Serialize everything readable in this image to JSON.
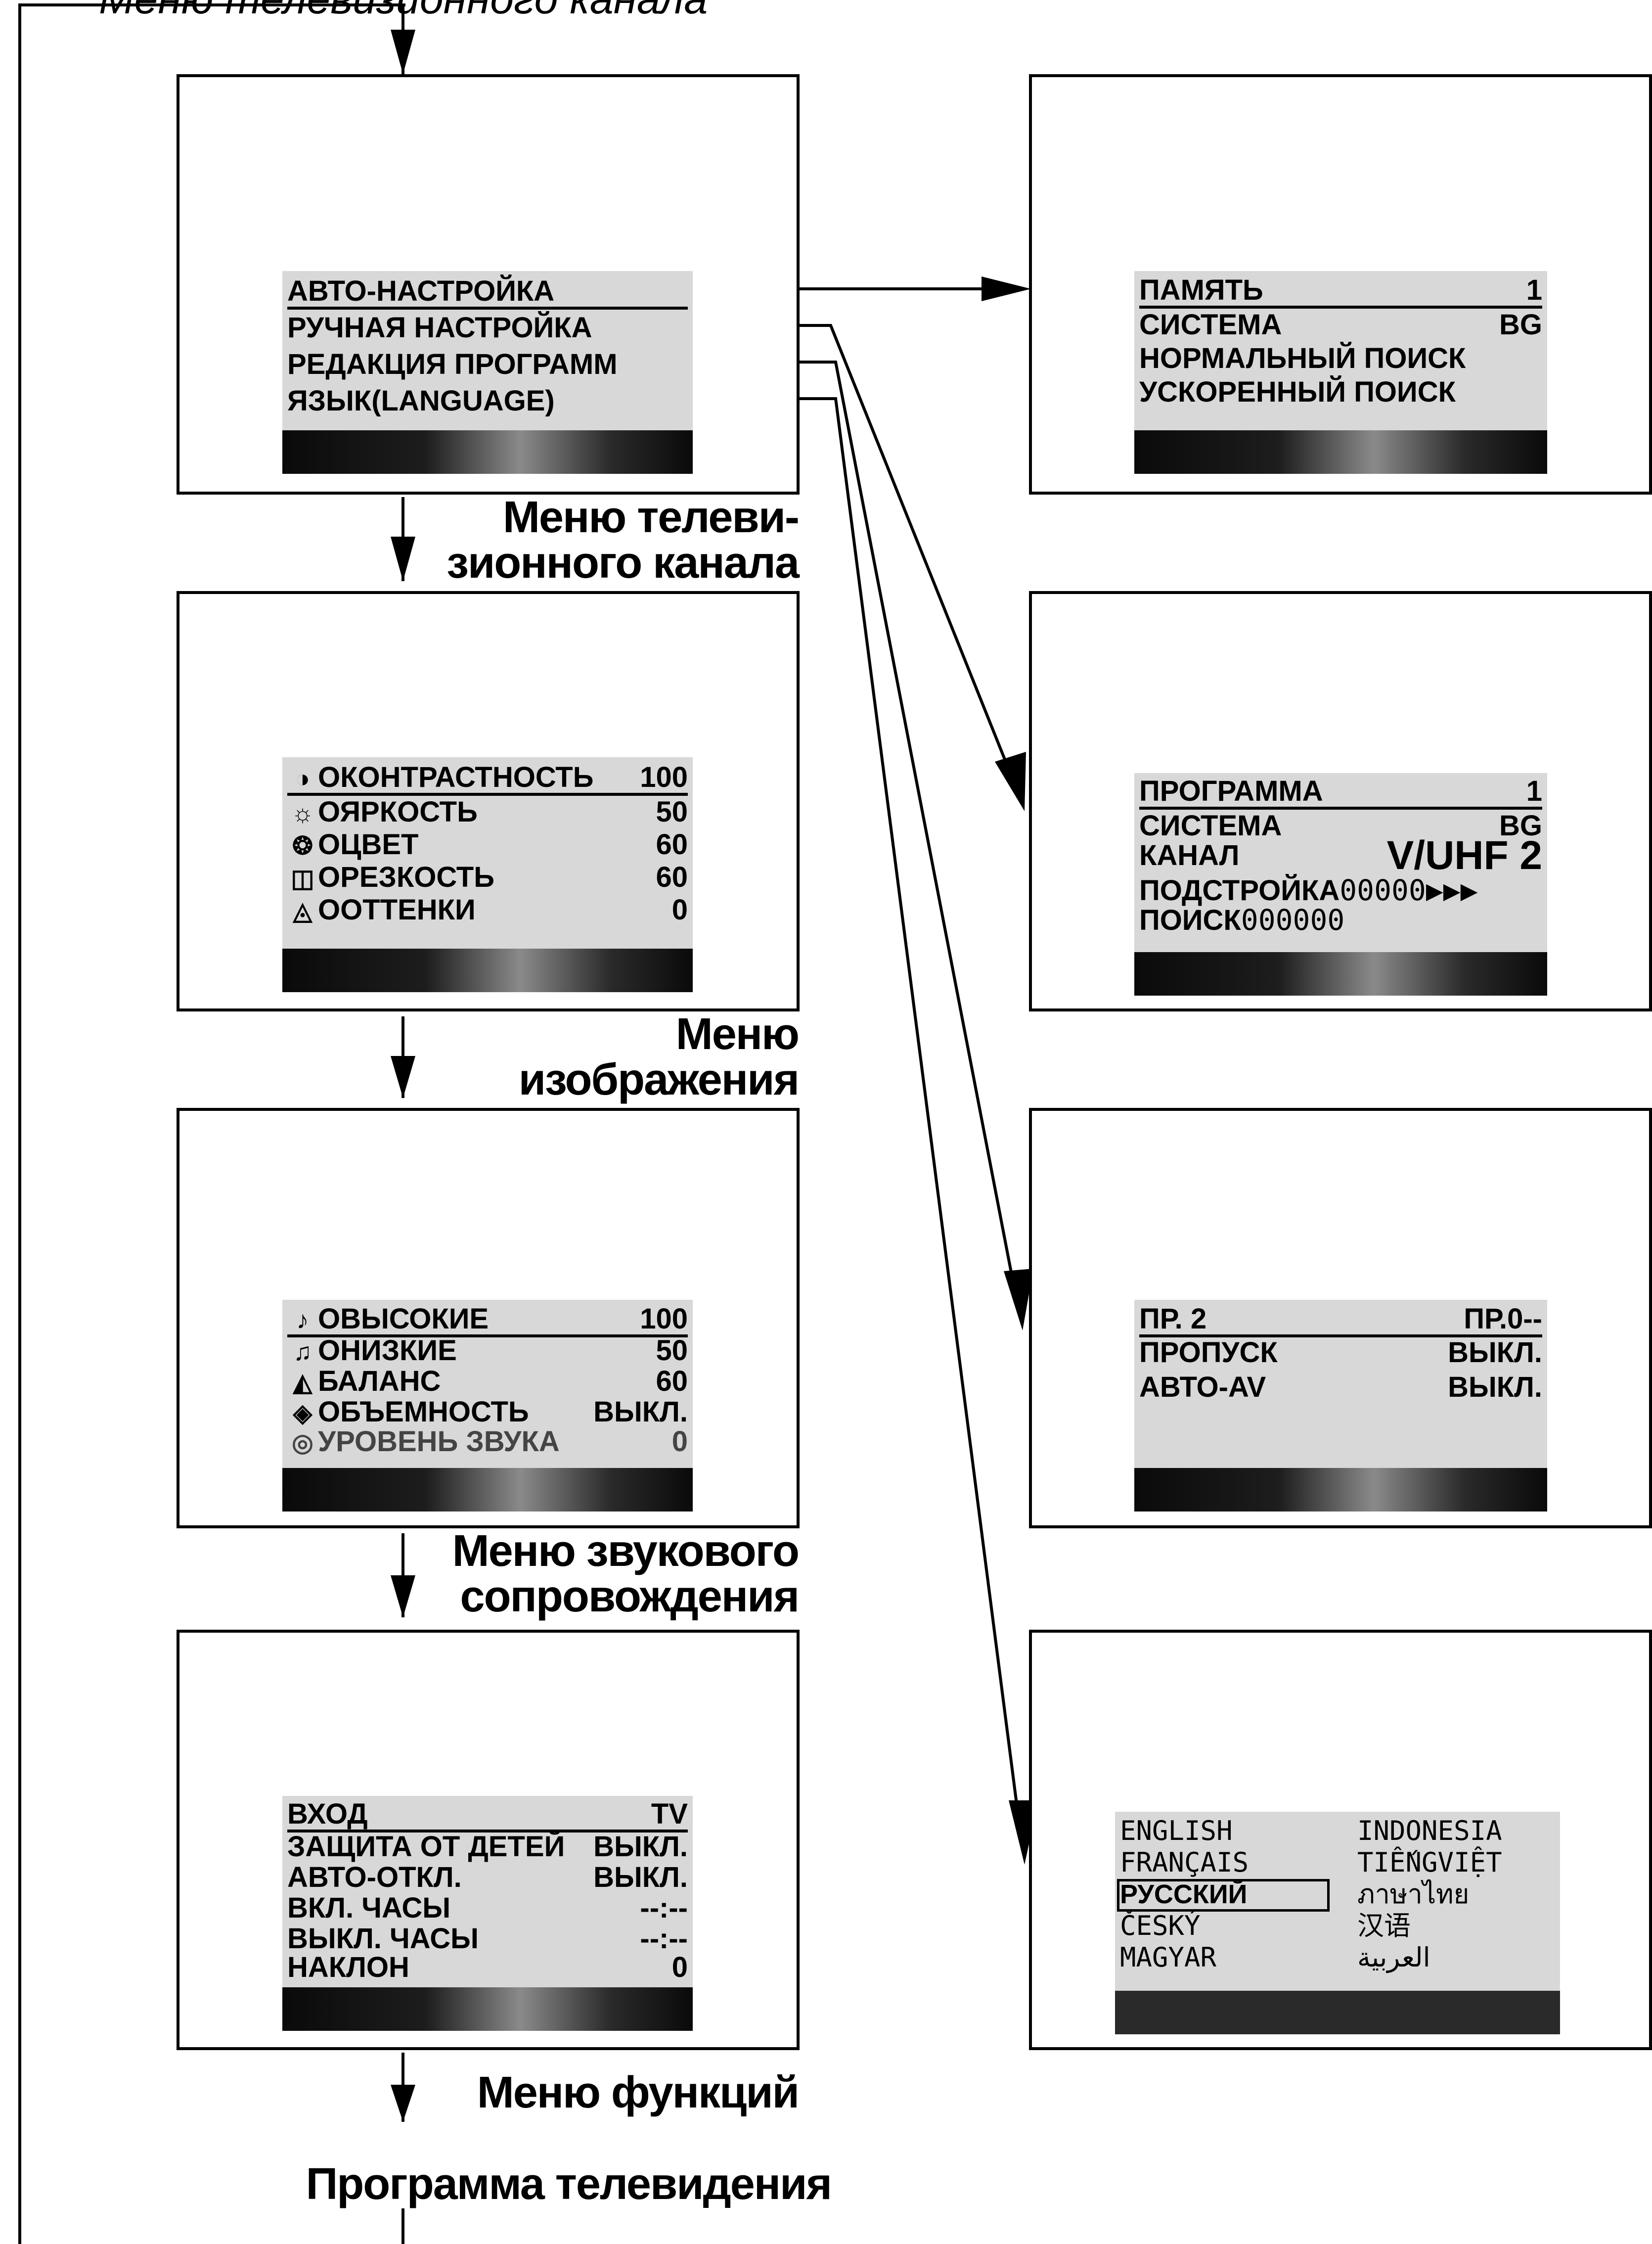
{
  "top_caption": "Меню телевизионного канала",
  "left_column": {
    "tv_channel_menu": {
      "items": [
        {
          "label": "АВТО-НАСТРОЙКА"
        },
        {
          "label": "РУЧНАЯ НАСТРОЙКА"
        },
        {
          "label": "РЕДАКЦИЯ ПРОГРАММ"
        },
        {
          "label": "ЯЗЫК(LANGUAGE)"
        }
      ],
      "caption": [
        "Меню телеви-",
        "зионного канала"
      ]
    },
    "picture_menu": {
      "items": [
        {
          "icon": "◑",
          "label": "ОКОНТРАСТНОСТЬ",
          "value": "100"
        },
        {
          "icon": "☼",
          "label": "ОЯРКОСТЬ",
          "value": "50"
        },
        {
          "icon": "❂",
          "label": "ОЦВЕТ",
          "value": "60"
        },
        {
          "icon": "◫",
          "label": "ОРЕЗКОСТЬ",
          "value": "60"
        },
        {
          "icon": "◬",
          "label": "ООТТЕНКИ",
          "value": "0"
        }
      ],
      "caption": [
        "Меню",
        "изображения"
      ]
    },
    "sound_menu": {
      "items": [
        {
          "icon": "♪",
          "label": "ОВЫСОКИЕ",
          "value": "100"
        },
        {
          "icon": "♫",
          "label": "ОНИЗКИЕ",
          "value": "50"
        },
        {
          "icon": "◭",
          "label": "БАЛАНС",
          "value": "60"
        },
        {
          "icon": "◈",
          "label": "ОБЪЕМНОСТЬ",
          "value": "ВЫКЛ."
        },
        {
          "icon": "◎",
          "label": "УРОВЕНЬ ЗВУКА",
          "value": "0"
        }
      ],
      "caption": [
        "Меню звукового",
        "сопровождения"
      ]
    },
    "function_menu": {
      "items": [
        {
          "label": "ВХОД",
          "value": "TV"
        },
        {
          "label": "ЗАЩИТА ОТ ДЕТЕЙ",
          "value": "ВЫКЛ."
        },
        {
          "label": "АВТО-ОТКЛ.",
          "value": "ВЫКЛ."
        },
        {
          "label": "ВКЛ.  ЧАСЫ",
          "value": "--:--"
        },
        {
          "label": "ВЫКЛ. ЧАСЫ",
          "value": "--:--"
        },
        {
          "label": "НАКЛОН",
          "value": "0"
        }
      ],
      "caption": "Меню функций"
    },
    "bottom_caption": "Программа телевидения"
  },
  "right_column": {
    "auto_tuning": {
      "items": [
        {
          "label": "ПАМЯТЬ",
          "value": "1"
        },
        {
          "label": "СИСТЕМА",
          "value": "BG"
        },
        {
          "label": "НОРМАЛЬНЫЙ ПОИСК",
          "value": ""
        },
        {
          "label": "УСКОРЕННЫЙ ПОИСК",
          "value": ""
        }
      ]
    },
    "manual_tuning": {
      "items": [
        {
          "label": "ПРОГРАММА",
          "value": "1"
        },
        {
          "label": "СИСТЕМА",
          "value": "BG"
        },
        {
          "label": "КАНАЛ",
          "value": "V/UHF  2"
        },
        {
          "label": "ПОДСТРОЙКА",
          "value": "00000▶▶▶"
        },
        {
          "label": "ПОИСК",
          "value": "000000"
        }
      ]
    },
    "program_edit": {
      "items": [
        {
          "label": "ПР.    2",
          "value": "ПР.0--"
        },
        {
          "label": "ПРОПУСК",
          "value": "ВЫКЛ."
        },
        {
          "label": "АВТО-AV",
          "value": "ВЫКЛ."
        }
      ]
    },
    "language": {
      "left": [
        "ENGLISH",
        "FRANÇAIS",
        "РУССКИЙ",
        "ČESKÝ",
        "MAGYAR"
      ],
      "right": [
        "INDONESIA",
        "TIẾNGVIỆT",
        "ภาษาไทย",
        "汉语",
        "العربية"
      ],
      "selected": "РУССКИЙ"
    }
  }
}
